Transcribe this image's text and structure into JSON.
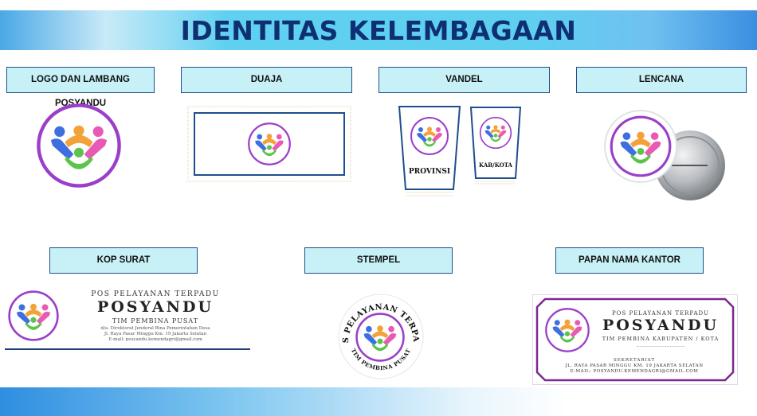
{
  "title": "IDENTITAS KELEMBAGAAN",
  "sections": {
    "logo": "LOGO DAN LAMBANG POSYANDU",
    "duaja": "DUAJA",
    "vandel": "VANDEL",
    "lencana": "LENCANA",
    "kop": "KOP SURAT",
    "stempel": "STEMPEL",
    "papan": "PAPAN NAMA KANTOR"
  },
  "vandel": {
    "provinsi": "PROVINSI",
    "kabkota": "KAB/KOTA"
  },
  "kop": {
    "line1": "POS PELAYANAN TERPADU",
    "line2": "POSYANDU",
    "line3": "TIM PEMBINA PUSAT",
    "addr1": "d/a. Direktorat Jenderal Bina Pemerintahan Desa",
    "addr2": "Jl. Raya Pasar Minggu Km. 19 Jakarta Selatan",
    "addr3": "E-mail: posyandu.kemendagri@gmail.com"
  },
  "stempel": {
    "top": "POS PELAYANAN TERPADU",
    "bottom": "TIM PEMBINA PUSAT"
  },
  "papan": {
    "line1": "POS PELAYANAN TERPADU",
    "line2": "POSYANDU",
    "line3": "TIM PEMBINA KABUPATEN / KOTA",
    "dots": "................................",
    "sek": "SEKRETARIAT",
    "addr1": "JL. RAYA PASAR MINGGU KM. 19 JAKARTA SELATAN",
    "addr2": "E-MAIL: POSYANDU.KEMENDAGRI@GMAIL.COM"
  },
  "colors": {
    "title": "#0f2f73",
    "label_bg": "#c8f1f7",
    "label_border": "#1f4e8c",
    "logo_ring": "#9b3fc9",
    "blue": "#3d6fe0",
    "orange": "#f3a23a",
    "pink": "#e85bb4",
    "green": "#5cc44a",
    "papan_border": "#7a2a8c"
  }
}
